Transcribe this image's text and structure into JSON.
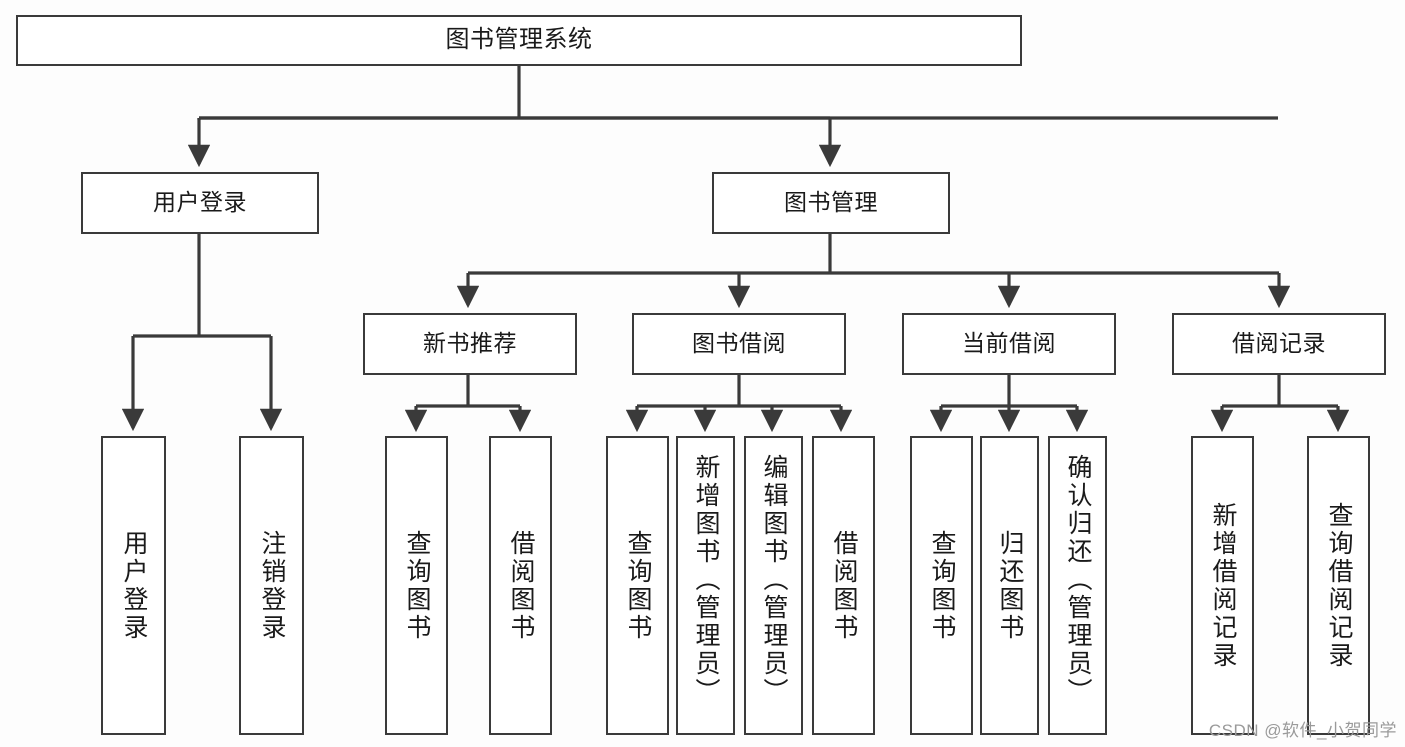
{
  "diagram": {
    "title": "图书管理系统",
    "type": "tree",
    "watermark": "CSDN @软件_小贺同学",
    "colors": {
      "background": "#fdfdfd",
      "box_fill": "#ffffff",
      "box_border": "#3a3a3a",
      "connector": "#3a3a3a",
      "text": "#1a1a1a",
      "watermark": "#9a9a9a"
    },
    "root": {
      "label": "图书管理系统"
    },
    "level1": [
      {
        "id": "user-login",
        "label": "用户登录"
      },
      {
        "id": "book-manage",
        "label": "图书管理"
      }
    ],
    "level2": [
      {
        "id": "new-book-rec",
        "label": "新书推荐",
        "parent": "book-manage"
      },
      {
        "id": "book-borrow",
        "label": "图书借阅",
        "parent": "book-manage"
      },
      {
        "id": "current-borrow",
        "label": "当前借阅",
        "parent": "book-manage"
      },
      {
        "id": "borrow-record",
        "label": "借阅记录",
        "parent": "book-manage"
      }
    ],
    "leaves": [
      {
        "id": "leaf-user-login",
        "label": "用户登录",
        "parent": "user-login"
      },
      {
        "id": "leaf-user-logout",
        "label": "注销登录",
        "parent": "user-login"
      },
      {
        "id": "leaf-query-book-1",
        "label": "查询图书",
        "parent": "new-book-rec"
      },
      {
        "id": "leaf-borrow-book-1",
        "label": "借阅图书",
        "parent": "new-book-rec"
      },
      {
        "id": "leaf-query-book-2",
        "label": "查询图书",
        "parent": "book-borrow"
      },
      {
        "id": "leaf-add-book",
        "label": "新增图书（管理员）",
        "parent": "book-borrow"
      },
      {
        "id": "leaf-edit-book",
        "label": "编辑图书（管理员）",
        "parent": "book-borrow"
      },
      {
        "id": "leaf-borrow-book-2",
        "label": "借阅图书",
        "parent": "book-borrow"
      },
      {
        "id": "leaf-query-book-3",
        "label": "查询图书",
        "parent": "current-borrow"
      },
      {
        "id": "leaf-return-book",
        "label": "归还图书",
        "parent": "current-borrow"
      },
      {
        "id": "leaf-confirm-return",
        "label": "确认归还（管理员）",
        "parent": "current-borrow"
      },
      {
        "id": "leaf-add-record",
        "label": "新增借阅记录",
        "parent": "borrow-record"
      },
      {
        "id": "leaf-query-record",
        "label": "查询借阅记录",
        "parent": "borrow-record"
      }
    ]
  }
}
